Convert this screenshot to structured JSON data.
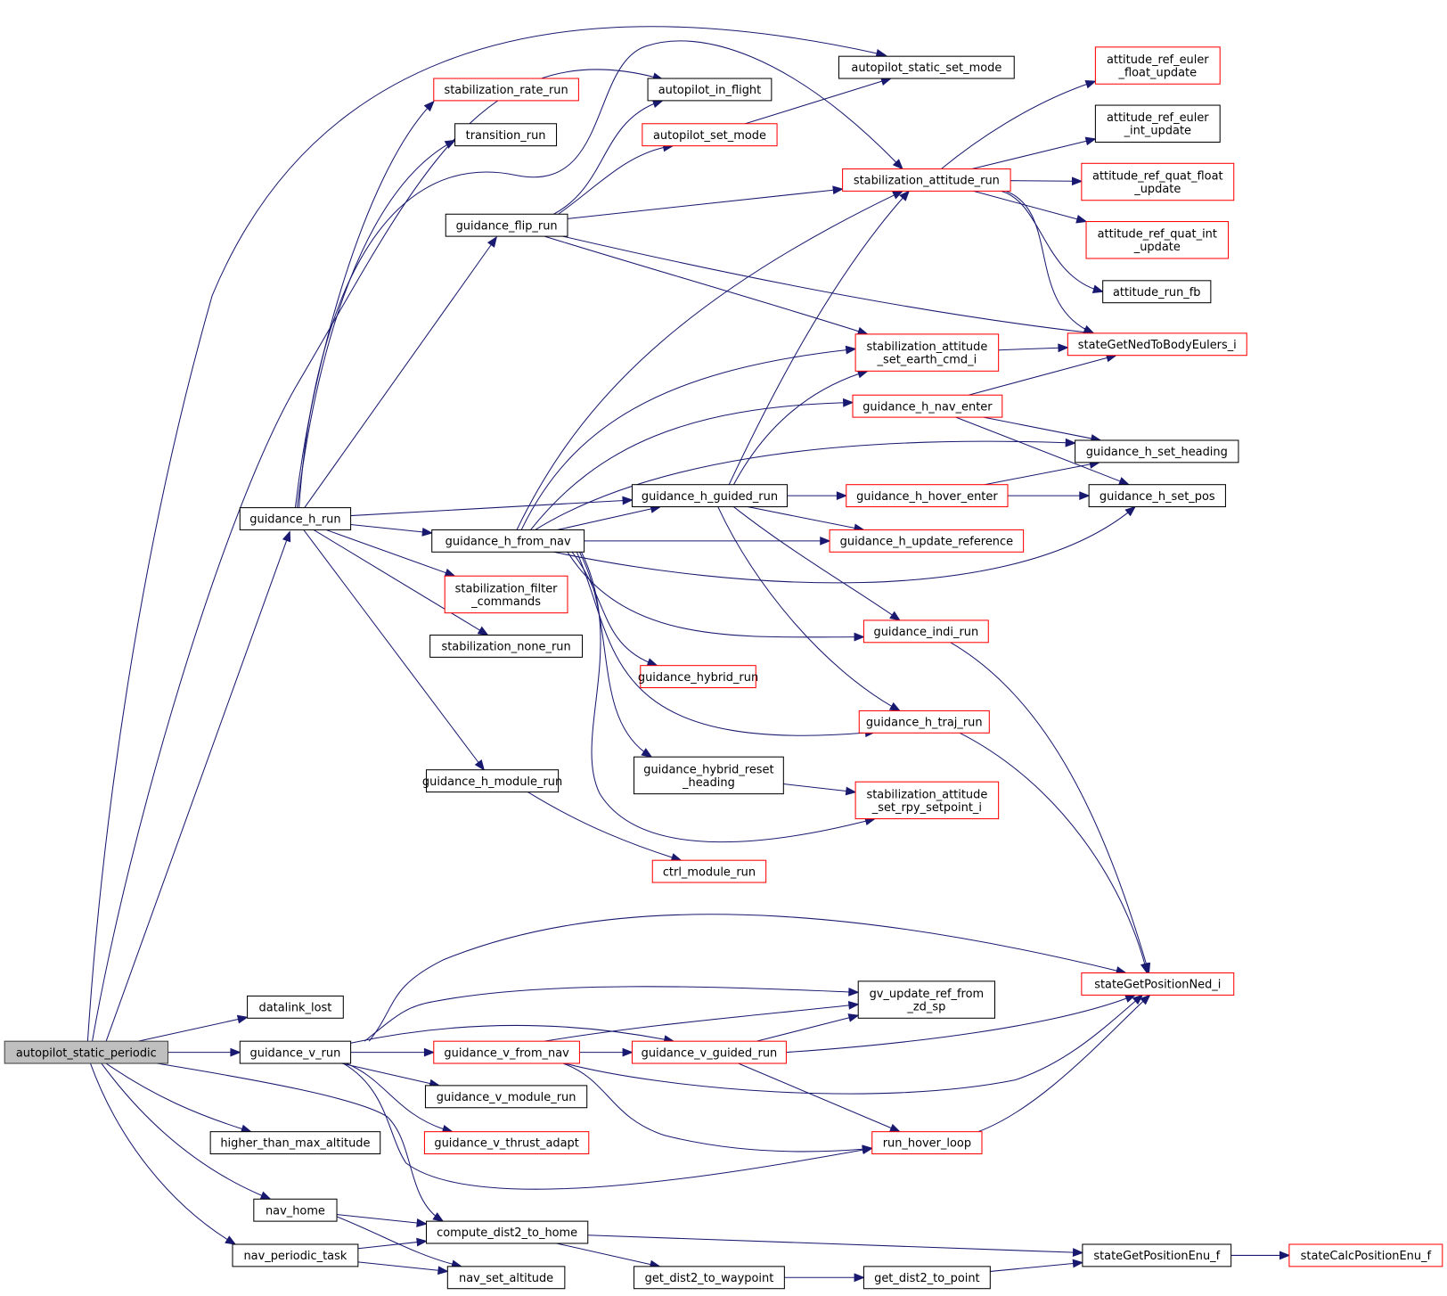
{
  "diagram": {
    "type": "call-graph",
    "colors": {
      "edge": "#191970",
      "root_fill": "#bfbfbf",
      "root_border": "#404040",
      "documented_border": "#000000",
      "undocumented_border": "#ff0000",
      "fill": "#ffffff"
    },
    "nodes": [
      {
        "id": "autopilot_static_periodic",
        "lines": [
          "autopilot_static_periodic"
        ],
        "kind": "root"
      },
      {
        "id": "autopilot_static_set_mode",
        "lines": [
          "autopilot_static_set_mode"
        ],
        "kind": "normal"
      },
      {
        "id": "autopilot_in_flight",
        "lines": [
          "autopilot_in_flight"
        ],
        "kind": "normal"
      },
      {
        "id": "stabilization_rate_run",
        "lines": [
          "stabilization_rate_run"
        ],
        "kind": "red"
      },
      {
        "id": "transition_run",
        "lines": [
          "transition_run"
        ],
        "kind": "normal"
      },
      {
        "id": "autopilot_set_mode",
        "lines": [
          "autopilot_set_mode"
        ],
        "kind": "red"
      },
      {
        "id": "attitude_ref_euler_float_update",
        "lines": [
          "attitude_ref_euler",
          "_float_update"
        ],
        "kind": "red"
      },
      {
        "id": "attitude_ref_euler_int_update",
        "lines": [
          "attitude_ref_euler",
          "_int_update"
        ],
        "kind": "normal"
      },
      {
        "id": "stabilization_attitude_run",
        "lines": [
          "stabilization_attitude_run"
        ],
        "kind": "red"
      },
      {
        "id": "attitude_ref_quat_float_update",
        "lines": [
          "attitude_ref_quat_float",
          "_update"
        ],
        "kind": "red"
      },
      {
        "id": "guidance_flip_run",
        "lines": [
          "guidance_flip_run"
        ],
        "kind": "normal"
      },
      {
        "id": "attitude_ref_quat_int_update",
        "lines": [
          "attitude_ref_quat_int",
          "_update"
        ],
        "kind": "red"
      },
      {
        "id": "attitude_run_fb",
        "lines": [
          "attitude_run_fb"
        ],
        "kind": "normal"
      },
      {
        "id": "stabilization_attitude_set_earth_cmd_i",
        "lines": [
          "stabilization_attitude",
          "_set_earth_cmd_i"
        ],
        "kind": "red"
      },
      {
        "id": "stateGetNedToBodyEulers_i",
        "lines": [
          "stateGetNedToBodyEulers_i"
        ],
        "kind": "red"
      },
      {
        "id": "guidance_h_nav_enter",
        "lines": [
          "guidance_h_nav_enter"
        ],
        "kind": "red"
      },
      {
        "id": "guidance_h_set_heading",
        "lines": [
          "guidance_h_set_heading"
        ],
        "kind": "normal"
      },
      {
        "id": "guidance_h_guided_run",
        "lines": [
          "guidance_h_guided_run"
        ],
        "kind": "normal"
      },
      {
        "id": "guidance_h_hover_enter",
        "lines": [
          "guidance_h_hover_enter"
        ],
        "kind": "red"
      },
      {
        "id": "guidance_h_set_pos",
        "lines": [
          "guidance_h_set_pos"
        ],
        "kind": "normal"
      },
      {
        "id": "guidance_h_run",
        "lines": [
          "guidance_h_run"
        ],
        "kind": "normal"
      },
      {
        "id": "guidance_h_from_nav",
        "lines": [
          "guidance_h_from_nav"
        ],
        "kind": "normal"
      },
      {
        "id": "guidance_h_update_reference",
        "lines": [
          "guidance_h_update_reference"
        ],
        "kind": "red"
      },
      {
        "id": "stabilization_filter_commands",
        "lines": [
          "stabilization_filter",
          "_commands"
        ],
        "kind": "red"
      },
      {
        "id": "guidance_indi_run",
        "lines": [
          "guidance_indi_run"
        ],
        "kind": "red"
      },
      {
        "id": "stabilization_none_run",
        "lines": [
          "stabilization_none_run"
        ],
        "kind": "normal"
      },
      {
        "id": "guidance_hybrid_run",
        "lines": [
          "guidance_hybrid_run"
        ],
        "kind": "red"
      },
      {
        "id": "guidance_h_traj_run",
        "lines": [
          "guidance_h_traj_run"
        ],
        "kind": "red"
      },
      {
        "id": "guidance_hybrid_reset_heading",
        "lines": [
          "guidance_hybrid_reset",
          "_heading"
        ],
        "kind": "normal"
      },
      {
        "id": "guidance_h_module_run",
        "lines": [
          "guidance_h_module_run"
        ],
        "kind": "normal"
      },
      {
        "id": "stabilization_attitude_set_rpy_setpoint_i",
        "lines": [
          "stabilization_attitude",
          "_set_rpy_setpoint_i"
        ],
        "kind": "red"
      },
      {
        "id": "ctrl_module_run",
        "lines": [
          "ctrl_module_run"
        ],
        "kind": "red"
      },
      {
        "id": "stateGetPositionNed_i",
        "lines": [
          "stateGetPositionNed_i"
        ],
        "kind": "red"
      },
      {
        "id": "datalink_lost",
        "lines": [
          "datalink_lost"
        ],
        "kind": "normal"
      },
      {
        "id": "gv_update_ref_from_zd_sp",
        "lines": [
          "gv_update_ref_from",
          "_zd_sp"
        ],
        "kind": "normal"
      },
      {
        "id": "guidance_v_run",
        "lines": [
          "guidance_v_run"
        ],
        "kind": "normal"
      },
      {
        "id": "guidance_v_from_nav",
        "lines": [
          "guidance_v_from_nav"
        ],
        "kind": "red"
      },
      {
        "id": "guidance_v_guided_run",
        "lines": [
          "guidance_v_guided_run"
        ],
        "kind": "red"
      },
      {
        "id": "guidance_v_module_run",
        "lines": [
          "guidance_v_module_run"
        ],
        "kind": "normal"
      },
      {
        "id": "higher_than_max_altitude",
        "lines": [
          "higher_than_max_altitude"
        ],
        "kind": "normal"
      },
      {
        "id": "guidance_v_thrust_adapt",
        "lines": [
          "guidance_v_thrust_adapt"
        ],
        "kind": "red"
      },
      {
        "id": "run_hover_loop",
        "lines": [
          "run_hover_loop"
        ],
        "kind": "red"
      },
      {
        "id": "nav_home",
        "lines": [
          "nav_home"
        ],
        "kind": "normal"
      },
      {
        "id": "compute_dist2_to_home",
        "lines": [
          "compute_dist2_to_home"
        ],
        "kind": "normal"
      },
      {
        "id": "nav_periodic_task",
        "lines": [
          "nav_periodic_task"
        ],
        "kind": "normal"
      },
      {
        "id": "stateGetPositionEnu_f",
        "lines": [
          "stateGetPositionEnu_f"
        ],
        "kind": "normal"
      },
      {
        "id": "stateCalcPositionEnu_f",
        "lines": [
          "stateCalcPositionEnu_f"
        ],
        "kind": "red"
      },
      {
        "id": "nav_set_altitude",
        "lines": [
          "nav_set_altitude"
        ],
        "kind": "normal"
      },
      {
        "id": "get_dist2_to_waypoint",
        "lines": [
          "get_dist2_to_waypoint"
        ],
        "kind": "normal"
      },
      {
        "id": "get_dist2_to_point",
        "lines": [
          "get_dist2_to_point"
        ],
        "kind": "normal"
      }
    ],
    "edges": [
      [
        "autopilot_static_periodic",
        "autopilot_static_set_mode"
      ],
      [
        "autopilot_static_periodic",
        "autopilot_in_flight"
      ],
      [
        "autopilot_static_periodic",
        "guidance_h_run"
      ],
      [
        "autopilot_static_periodic",
        "datalink_lost"
      ],
      [
        "autopilot_static_periodic",
        "guidance_v_run"
      ],
      [
        "autopilot_static_periodic",
        "higher_than_max_altitude"
      ],
      [
        "autopilot_static_periodic",
        "nav_home"
      ],
      [
        "autopilot_static_periodic",
        "nav_periodic_task"
      ],
      [
        "autopilot_static_periodic",
        "compute_dist2_to_home"
      ],
      [
        "guidance_h_run",
        "stabilization_rate_run"
      ],
      [
        "guidance_h_run",
        "transition_run"
      ],
      [
        "guidance_h_run",
        "stabilization_attitude_run"
      ],
      [
        "guidance_h_run",
        "guidance_flip_run"
      ],
      [
        "guidance_h_run",
        "guidance_h_guided_run"
      ],
      [
        "guidance_h_run",
        "guidance_h_from_nav"
      ],
      [
        "guidance_h_run",
        "stabilization_filter_commands"
      ],
      [
        "guidance_h_run",
        "stabilization_none_run"
      ],
      [
        "guidance_h_run",
        "guidance_h_module_run"
      ],
      [
        "guidance_flip_run",
        "autopilot_in_flight"
      ],
      [
        "guidance_flip_run",
        "autopilot_set_mode"
      ],
      [
        "guidance_flip_run",
        "stabilization_attitude_run"
      ],
      [
        "guidance_flip_run",
        "stabilization_attitude_set_earth_cmd_i"
      ],
      [
        "guidance_flip_run",
        "stateGetNedToBodyEulers_i"
      ],
      [
        "autopilot_set_mode",
        "autopilot_static_set_mode"
      ],
      [
        "stabilization_attitude_run",
        "attitude_ref_euler_float_update"
      ],
      [
        "stabilization_attitude_run",
        "attitude_ref_euler_int_update"
      ],
      [
        "stabilization_attitude_run",
        "attitude_ref_quat_float_update"
      ],
      [
        "stabilization_attitude_run",
        "attitude_ref_quat_int_update"
      ],
      [
        "stabilization_attitude_run",
        "attitude_run_fb"
      ],
      [
        "stabilization_attitude_run",
        "stateGetNedToBodyEulers_i"
      ],
      [
        "stabilization_attitude_set_earth_cmd_i",
        "stateGetNedToBodyEulers_i"
      ],
      [
        "guidance_h_nav_enter",
        "stateGetNedToBodyEulers_i"
      ],
      [
        "guidance_h_nav_enter",
        "guidance_h_set_heading"
      ],
      [
        "guidance_h_nav_enter",
        "guidance_h_set_pos"
      ],
      [
        "guidance_h_from_nav",
        "stabilization_attitude_run"
      ],
      [
        "guidance_h_from_nav",
        "stabilization_attitude_set_earth_cmd_i"
      ],
      [
        "guidance_h_from_nav",
        "guidance_h_nav_enter"
      ],
      [
        "guidance_h_from_nav",
        "guidance_h_set_heading"
      ],
      [
        "guidance_h_from_nav",
        "guidance_h_guided_run"
      ],
      [
        "guidance_h_from_nav",
        "guidance_h_update_reference"
      ],
      [
        "guidance_h_from_nav",
        "guidance_h_set_pos"
      ],
      [
        "guidance_h_from_nav",
        "guidance_indi_run"
      ],
      [
        "guidance_h_from_nav",
        "guidance_hybrid_run"
      ],
      [
        "guidance_h_from_nav",
        "guidance_h_traj_run"
      ],
      [
        "guidance_h_from_nav",
        "guidance_hybrid_reset_heading"
      ],
      [
        "guidance_h_from_nav",
        "stabilization_attitude_set_rpy_setpoint_i"
      ],
      [
        "guidance_h_guided_run",
        "stabilization_attitude_run"
      ],
      [
        "guidance_h_guided_run",
        "stabilization_attitude_set_earth_cmd_i"
      ],
      [
        "guidance_h_guided_run",
        "guidance_h_hover_enter"
      ],
      [
        "guidance_h_guided_run",
        "guidance_h_update_reference"
      ],
      [
        "guidance_h_guided_run",
        "guidance_indi_run"
      ],
      [
        "guidance_h_guided_run",
        "guidance_h_traj_run"
      ],
      [
        "guidance_h_hover_enter",
        "guidance_h_set_heading"
      ],
      [
        "guidance_h_hover_enter",
        "guidance_h_set_pos"
      ],
      [
        "guidance_indi_run",
        "stateGetPositionNed_i"
      ],
      [
        "guidance_h_traj_run",
        "stateGetPositionNed_i"
      ],
      [
        "guidance_hybrid_reset_heading",
        "stabilization_attitude_set_rpy_setpoint_i"
      ],
      [
        "guidance_h_module_run",
        "ctrl_module_run"
      ],
      [
        "guidance_v_run",
        "stateGetPositionNed_i"
      ],
      [
        "guidance_v_run",
        "gv_update_ref_from_zd_sp"
      ],
      [
        "guidance_v_run",
        "guidance_v_guided_run"
      ],
      [
        "guidance_v_run",
        "guidance_v_from_nav"
      ],
      [
        "guidance_v_run",
        "guidance_v_module_run"
      ],
      [
        "guidance_v_run",
        "guidance_v_thrust_adapt"
      ],
      [
        "guidance_v_run",
        "run_hover_loop"
      ],
      [
        "guidance_v_from_nav",
        "gv_update_ref_from_zd_sp"
      ],
      [
        "guidance_v_from_nav",
        "guidance_v_guided_run"
      ],
      [
        "guidance_v_from_nav",
        "stateGetPositionNed_i"
      ],
      [
        "guidance_v_from_nav",
        "run_hover_loop"
      ],
      [
        "guidance_v_guided_run",
        "gv_update_ref_from_zd_sp"
      ],
      [
        "guidance_v_guided_run",
        "stateGetPositionNed_i"
      ],
      [
        "guidance_v_guided_run",
        "run_hover_loop"
      ],
      [
        "run_hover_loop",
        "stateGetPositionNed_i"
      ],
      [
        "nav_home",
        "compute_dist2_to_home"
      ],
      [
        "nav_home",
        "nav_set_altitude"
      ],
      [
        "nav_periodic_task",
        "compute_dist2_to_home"
      ],
      [
        "nav_periodic_task",
        "nav_set_altitude"
      ],
      [
        "compute_dist2_to_home",
        "stateGetPositionEnu_f"
      ],
      [
        "compute_dist2_to_home",
        "get_dist2_to_waypoint"
      ],
      [
        "get_dist2_to_waypoint",
        "get_dist2_to_point"
      ],
      [
        "get_dist2_to_point",
        "stateGetPositionEnu_f"
      ],
      [
        "stateGetPositionEnu_f",
        "stateCalcPositionEnu_f"
      ]
    ]
  }
}
